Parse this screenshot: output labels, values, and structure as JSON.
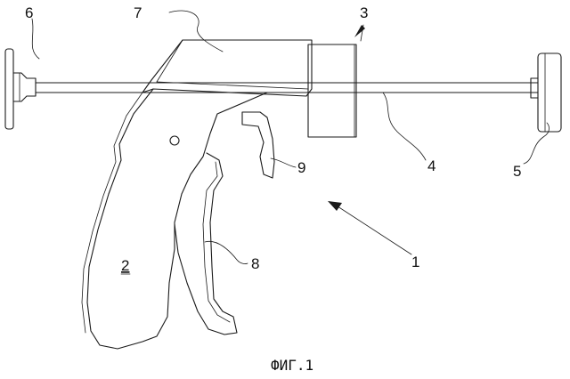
{
  "figure": {
    "caption": "ФИГ.1",
    "labels": {
      "l1": "1",
      "l2": "2",
      "l3": "3",
      "l4": "4",
      "l5": "5",
      "l6": "6",
      "l7": "7",
      "l8": "8",
      "l9": "9"
    }
  }
}
